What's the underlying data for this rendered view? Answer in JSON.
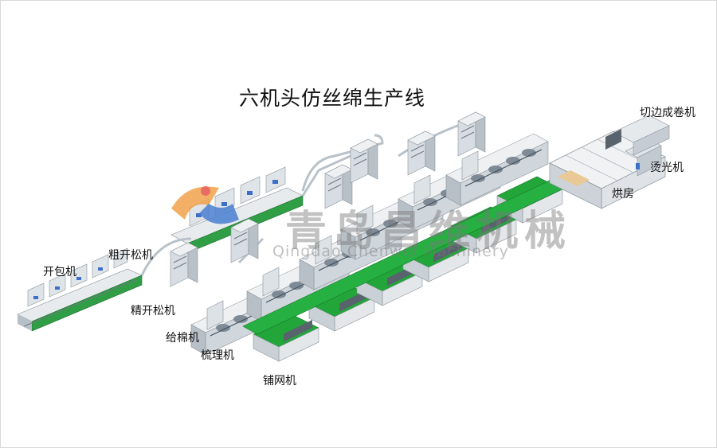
{
  "title": "六机头仿丝绵生产线",
  "labels": {
    "bale_opener": "开包机",
    "coarse_opener": "粗开松机",
    "fine_opener": "精开松机",
    "feeder": "给棉机",
    "carding": "梳理机",
    "cross_lapper": "铺网机",
    "oven": "烘房",
    "ironing": "烫光机",
    "cutting_winding": "切边成卷机"
  },
  "watermark": {
    "cn": "青岛昌维机械",
    "en": "Qingdao Chenwei Machinery"
  },
  "colors": {
    "belt": "#22a63a",
    "frame": "#e2e4e6",
    "machine": "#cfd6dc",
    "dark": "#3e4a55",
    "accent": "#3b6fc9",
    "logo_orange": "#f0a24b",
    "logo_blue": "#4a7fd1"
  }
}
